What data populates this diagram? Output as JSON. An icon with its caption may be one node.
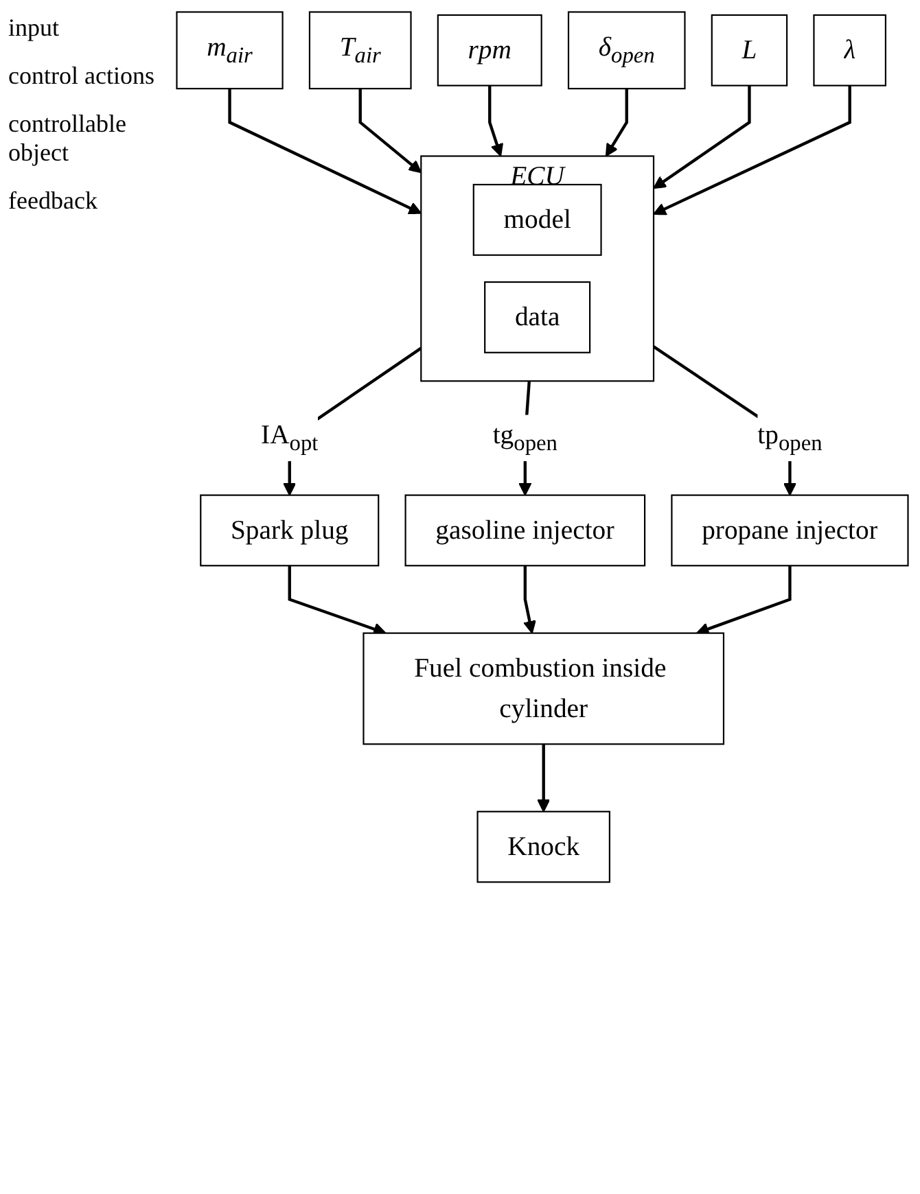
{
  "diagram": {
    "nodes": [
      {
        "text": [
          "m$_{air}$"
        ]
      },
      {
        "text": [
          "T$_{air}$"
        ]
      },
      {
        "text": [
          "rpm"
        ]
      },
      {
        "text": [
          "δ$_{open}$"
        ]
      },
      {
        "text": [
          "L"
        ]
      },
      {
        "text": [
          "λ"
        ]
      },
      {
        "text": [
          "ECU"
        ]
      },
      {
        "text": [
          "model"
        ],
        "in": 6
      },
      {
        "text": [
          "data"
        ],
        "in": 6
      },
      {
        "text": [
          "Spark plug"
        ]
      },
      {
        "text": [
          "gasoline injector"
        ]
      },
      {
        "text": [
          "propane injector"
        ]
      },
      {
        "text": [
          "Fuel combustion inside cylinder"
        ]
      },
      {
        "text": [
          "Knock"
        ]
      }
    ],
    "edges": [
      {
        "from": 0,
        "to": 6,
        "arrow": "to"
      },
      {
        "from": 1,
        "to": 6,
        "arrow": "to"
      },
      {
        "from": 2,
        "to": 6,
        "arrow": "to"
      },
      {
        "from": 3,
        "to": 6,
        "arrow": "to"
      },
      {
        "from": 4,
        "to": 6,
        "arrow": "to"
      },
      {
        "from": 5,
        "to": 6,
        "arrow": "to"
      },
      {
        "from": 6,
        "to": 9,
        "arrow": "to",
        "label": "IA$_{opt}$"
      },
      {
        "from": 6,
        "to": 10,
        "arrow": "to",
        "label": "tg$_{open}$"
      },
      {
        "from": 6,
        "to": 11,
        "arrow": "to",
        "label": "tp$_{open}$"
      },
      {
        "from": 9,
        "to": 12,
        "arrow": "to"
      },
      {
        "from": 10,
        "to": 12,
        "arrow": "to"
      },
      {
        "from": 11,
        "to": 12,
        "arrow": "to"
      },
      {
        "from": 12,
        "to": 13,
        "arrow": "to"
      }
    ],
    "labels": [
      "input",
      "control actions",
      "controllable object",
      "feedback"
    ]
  }
}
